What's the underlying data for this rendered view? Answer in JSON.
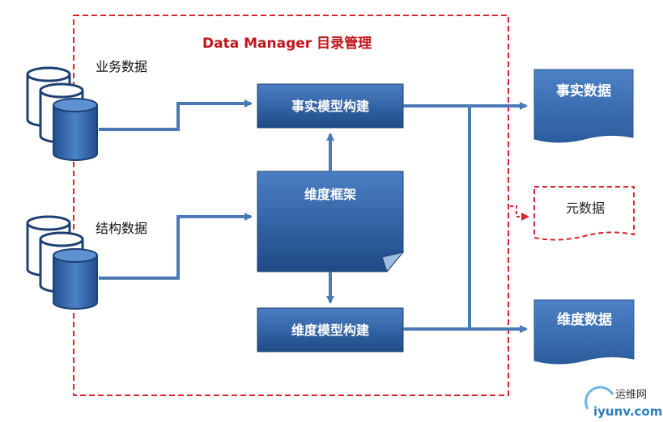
{
  "title": "Data Manager  目录管理",
  "sources": {
    "business": "业务数据",
    "structure": "结构数据"
  },
  "processes": {
    "fact_model": "事实模型构建",
    "dimension_framework": "维度框架",
    "dimension_model": "维度模型构建"
  },
  "outputs": {
    "fact_data": "事实数据",
    "metadata": "元数据",
    "dimension_data": "维度数据"
  },
  "watermark": {
    "cn": "运维网",
    "domain": "iyunv.com"
  },
  "colors": {
    "border": "#d8242b",
    "box_fill": "#3565a8",
    "box_dark": "#1d3f72",
    "line": "#4a79b5",
    "title": "#c0161b"
  }
}
